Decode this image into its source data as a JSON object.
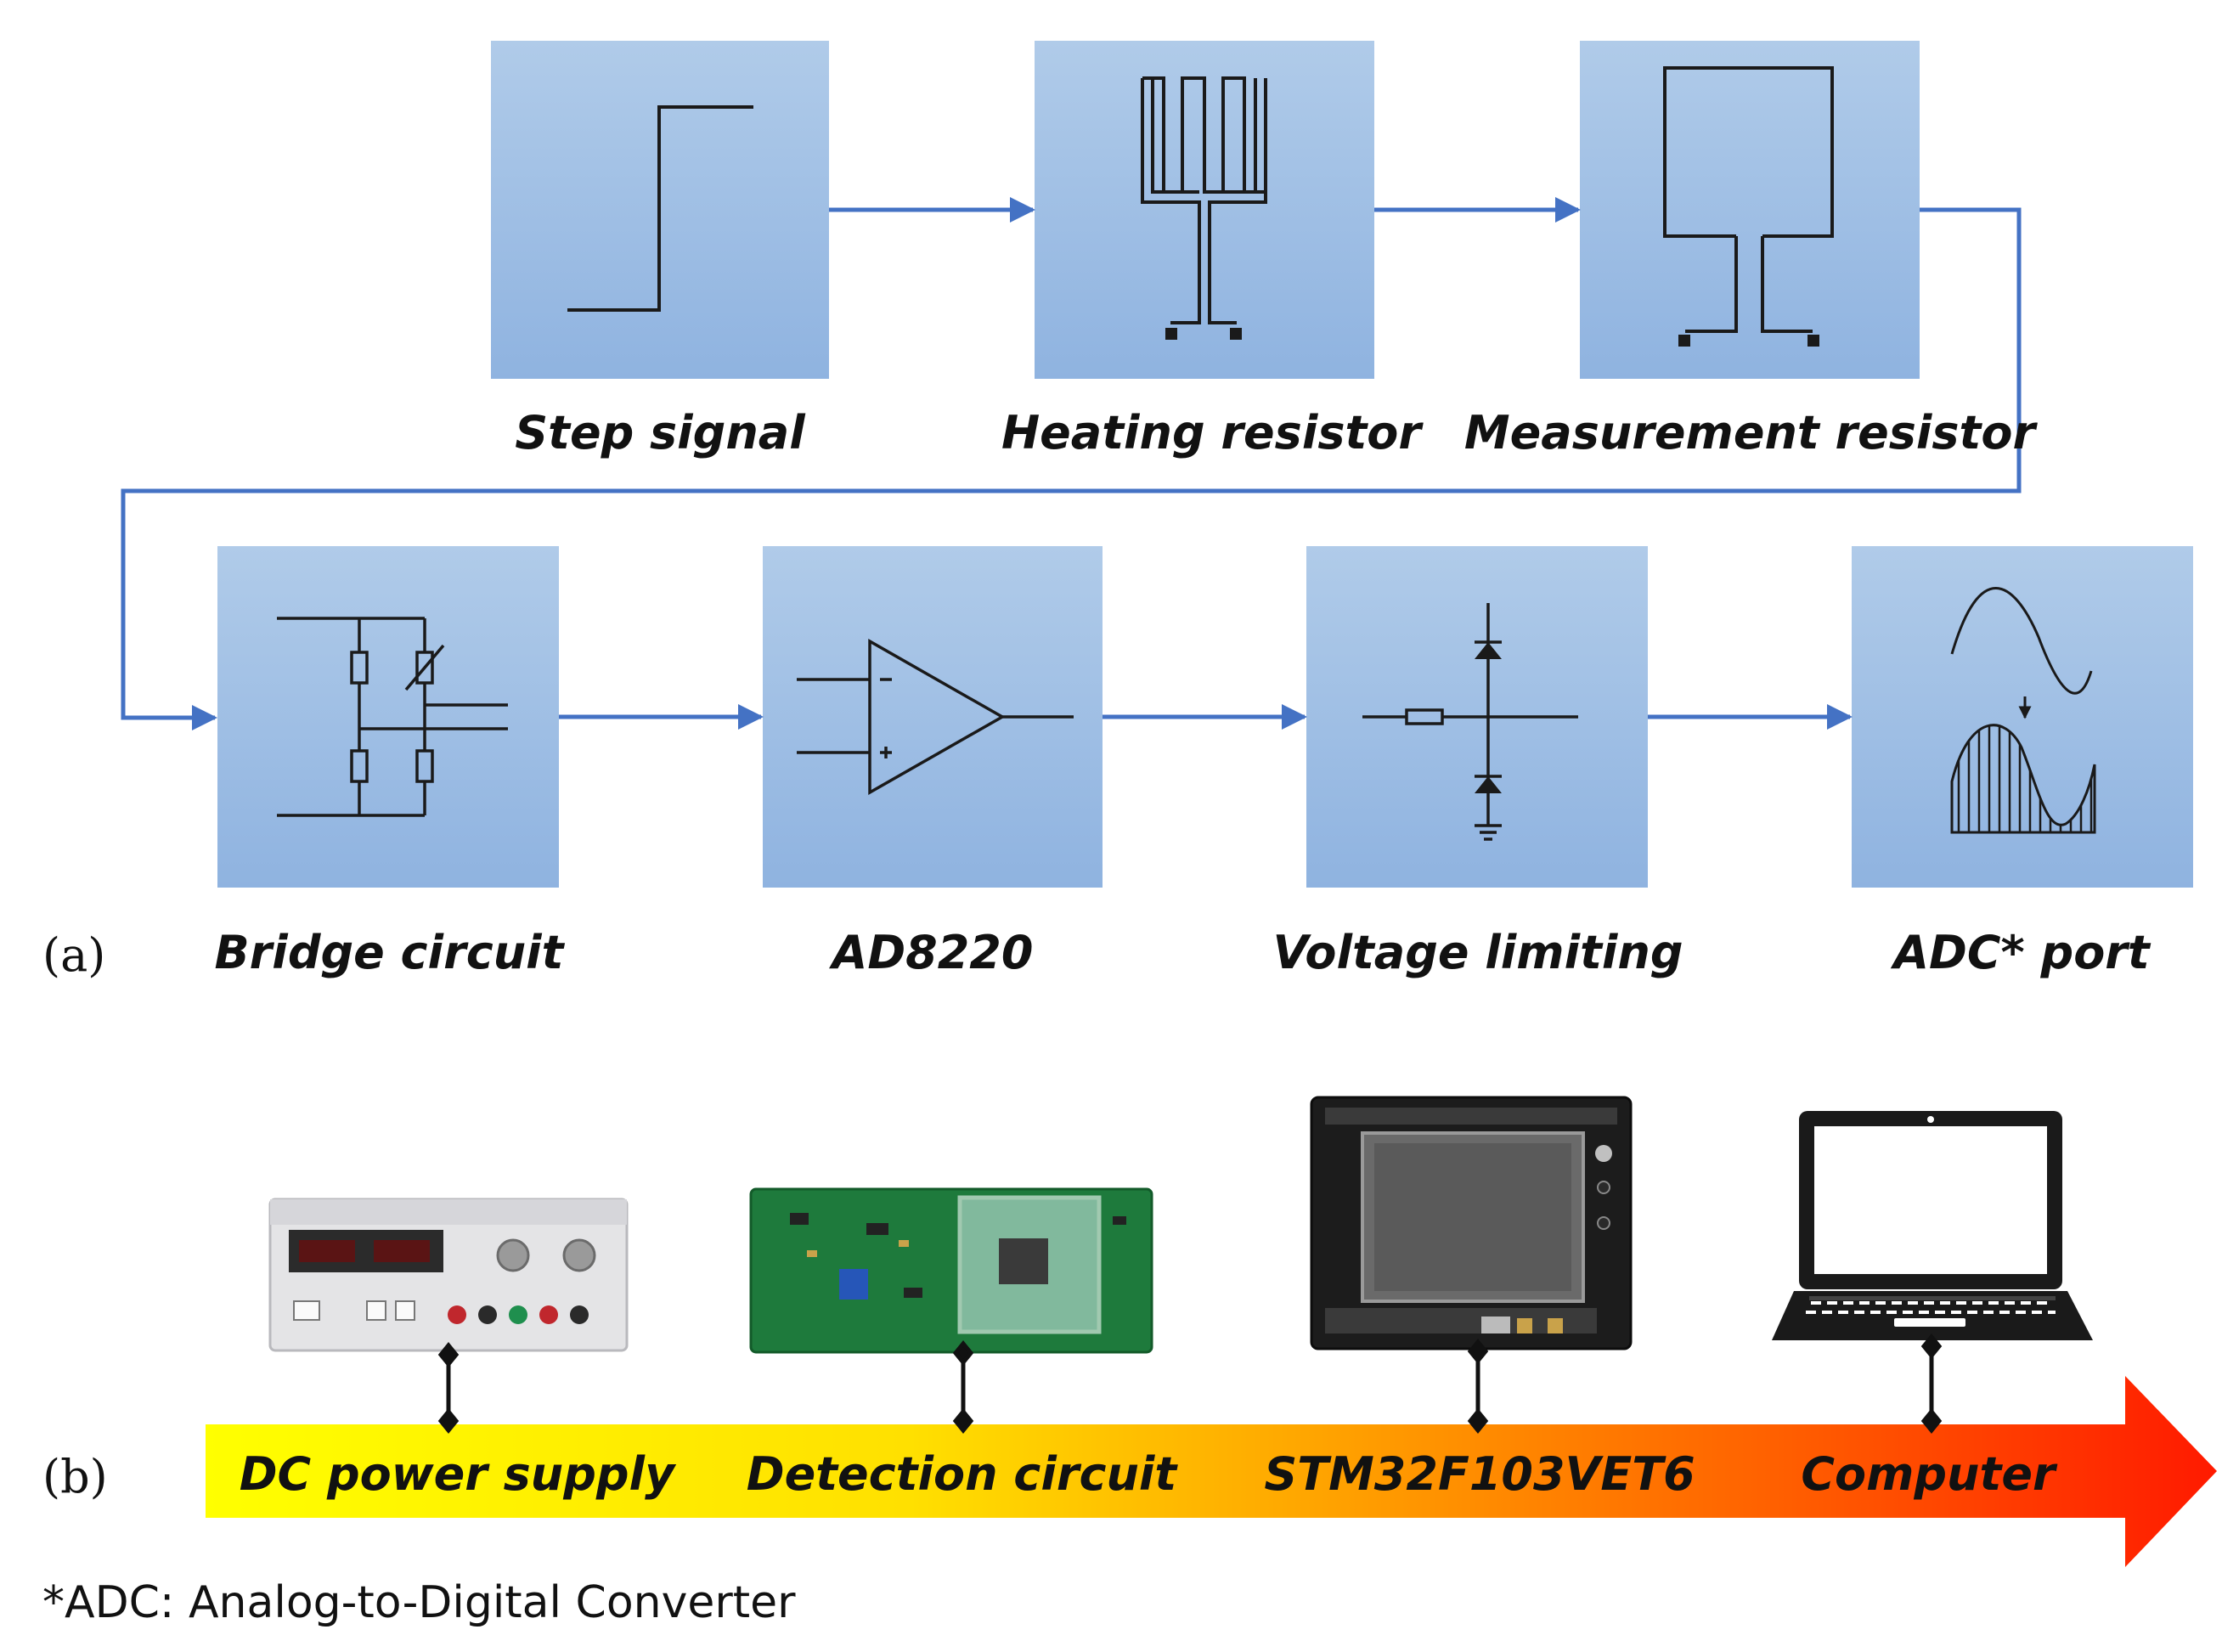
{
  "panel_a": {
    "marker": "(a)",
    "top_blocks": [
      {
        "label": "Step signal",
        "icon": "step-signal-icon"
      },
      {
        "label": "Heating resistor",
        "icon": "heating-resistor-icon"
      },
      {
        "label": "Measurement resistor",
        "icon": "measurement-resistor-icon"
      }
    ],
    "bottom_blocks": [
      {
        "label": "Bridge circuit",
        "icon": "bridge-circuit-icon"
      },
      {
        "label": "AD8220",
        "icon": "op-amp-icon"
      },
      {
        "label": "Voltage limiting",
        "icon": "diode-clamp-icon"
      },
      {
        "label": "ADC* port",
        "icon": "sampled-waveform-icon"
      }
    ]
  },
  "panel_b": {
    "marker": "(b)",
    "devices": [
      {
        "label": "DC power supply",
        "icon": "dc-power-supply-photo"
      },
      {
        "label": "Detection circuit",
        "icon": "detection-circuit-board-photo"
      },
      {
        "label": "STM32F103VET6",
        "icon": "stm32-dev-board-photo"
      },
      {
        "label": "Computer",
        "icon": "laptop-icon"
      }
    ]
  },
  "footnote": "*ADC: Analog-to-Digital Converter",
  "colors": {
    "block_top": "#b0cbe9",
    "block_bottom": "#8fb3e0",
    "arrow": "#4472c4",
    "line": "#1a1a1a",
    "gradient_start": "#ffff00",
    "gradient_mid": "#ffa500",
    "gradient_end": "#ff1a00"
  }
}
